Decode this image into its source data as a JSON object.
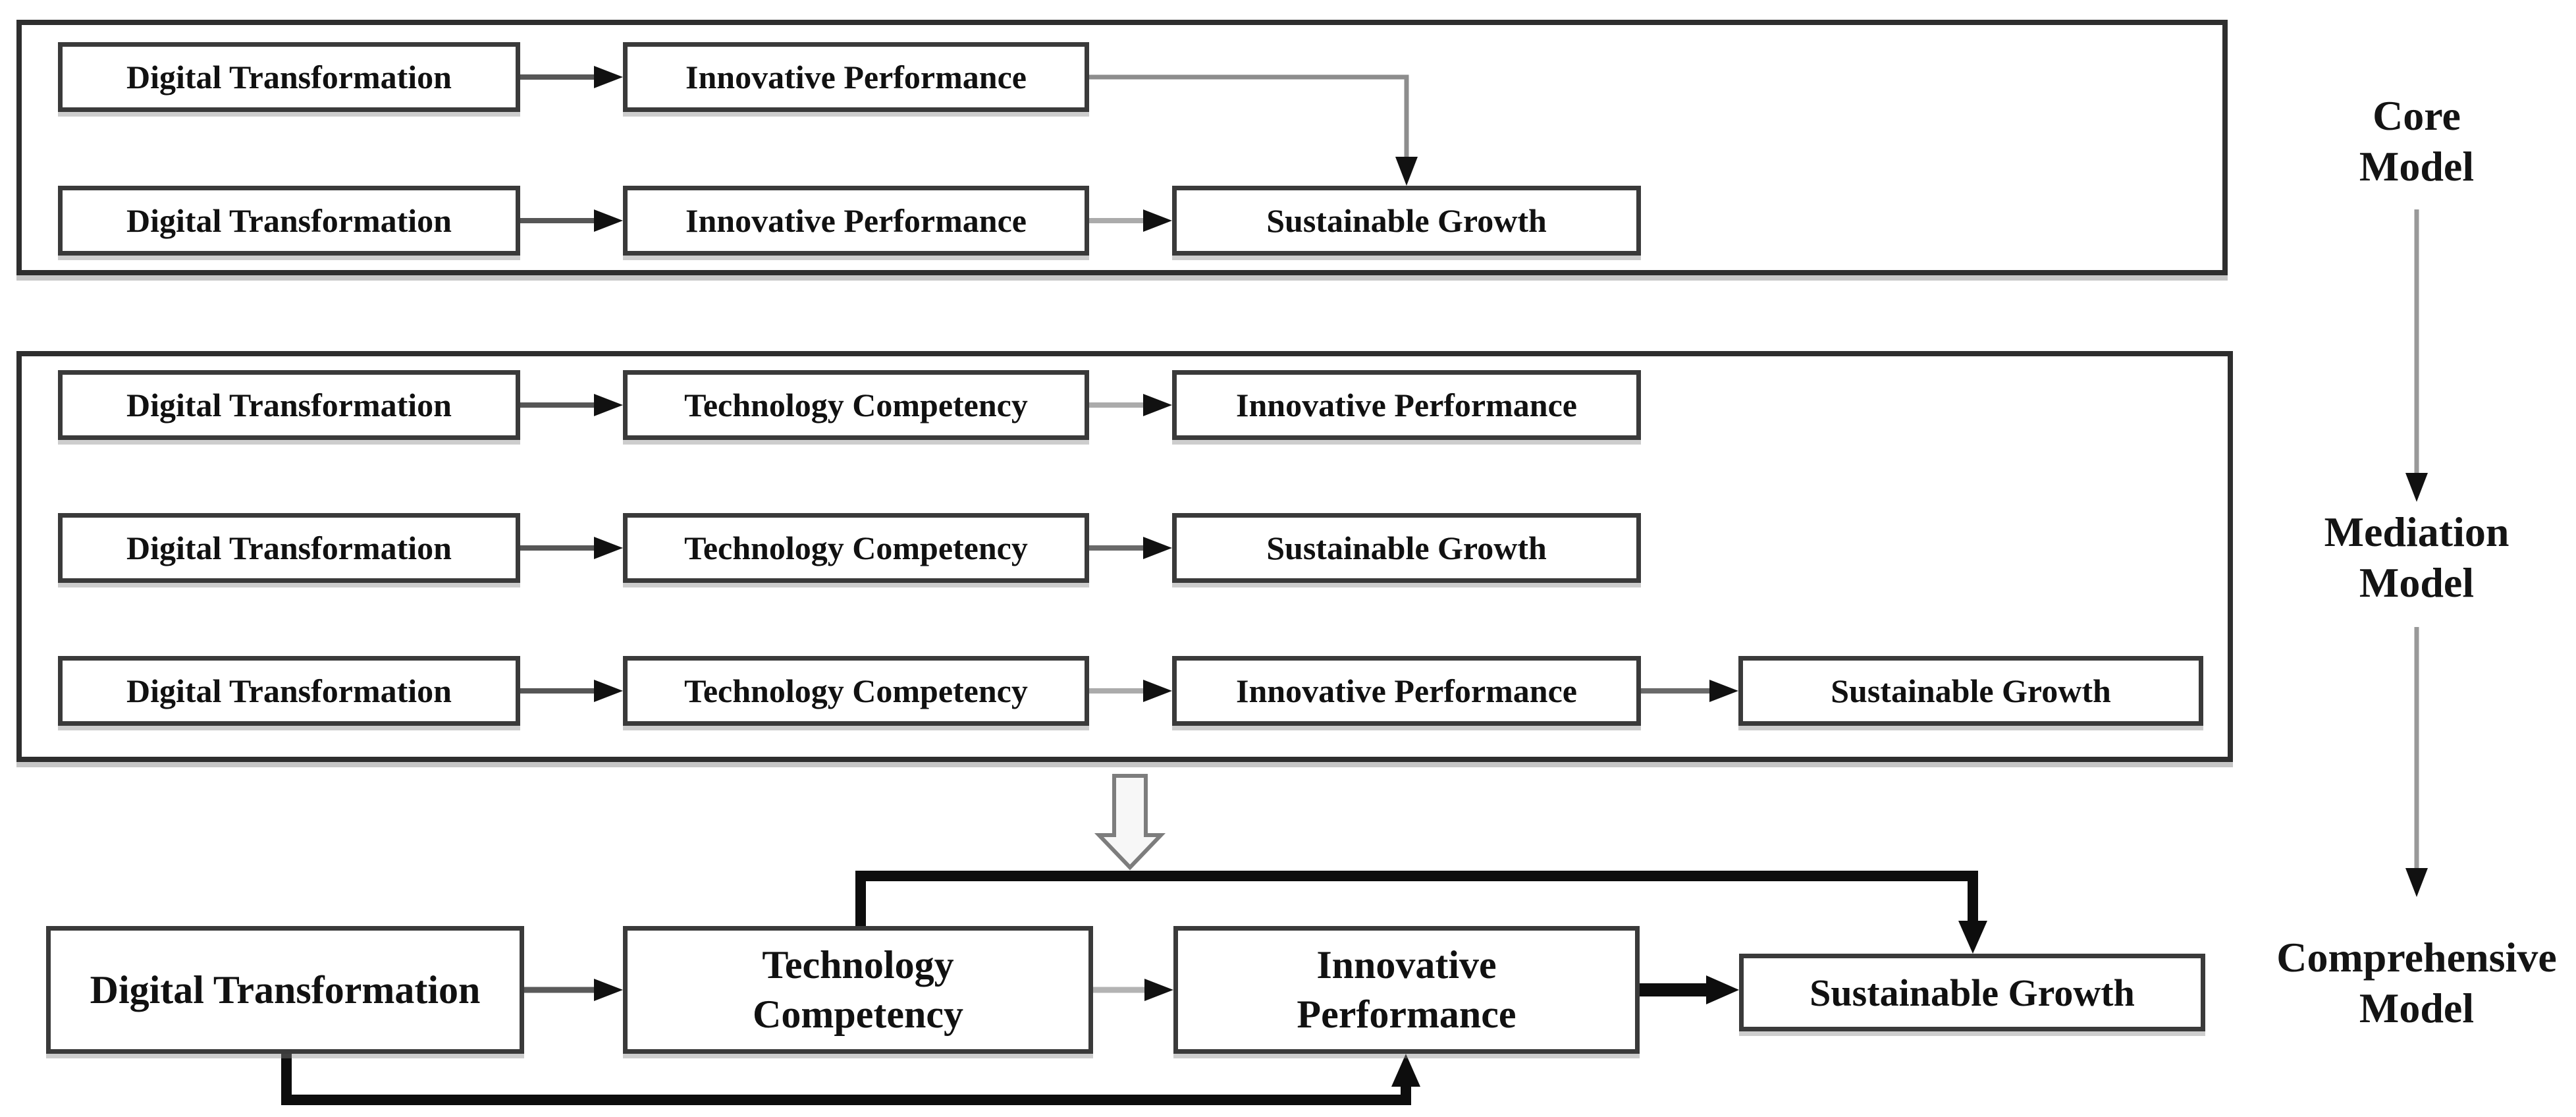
{
  "figure": {
    "title": "Research model overview diagram",
    "background": "#ffffff",
    "colors": {
      "ink": "#111111",
      "panel_border": "#2e2e2e",
      "box_border": "#3a3a3a",
      "thin_arrow_dark": "#565656",
      "thin_arrow_light": "#ababab",
      "connector_gray": "#8d8d8d",
      "bold_arrow": "#0d0d0d",
      "hollow_arrow_fill": "#f7f7f7",
      "hollow_arrow_outline": "#7d7d7d"
    }
  },
  "side_labels": {
    "core": "Core Model",
    "mediation": "Mediation Model",
    "comprehensive": "Comprehensive Model"
  },
  "core_panel": {
    "rows": [
      [
        "Digital Transformation",
        "Innovative Performance"
      ],
      [
        "Digital Transformation",
        "Innovative Performance",
        "Sustainable Growth"
      ]
    ]
  },
  "mediation_panel": {
    "rows": [
      [
        "Digital Transformation",
        "Technology Competency",
        "Innovative Performance"
      ],
      [
        "Digital Transformation",
        "Technology Competency",
        "Sustainable Growth"
      ],
      [
        "Digital Transformation",
        "Technology Competency",
        "Innovative Performance",
        "Sustainable Growth"
      ]
    ]
  },
  "comprehensive_model": {
    "boxes": [
      "Digital Transformation",
      "Technology Competency",
      "Innovative Performance",
      "Sustainable Growth"
    ]
  }
}
